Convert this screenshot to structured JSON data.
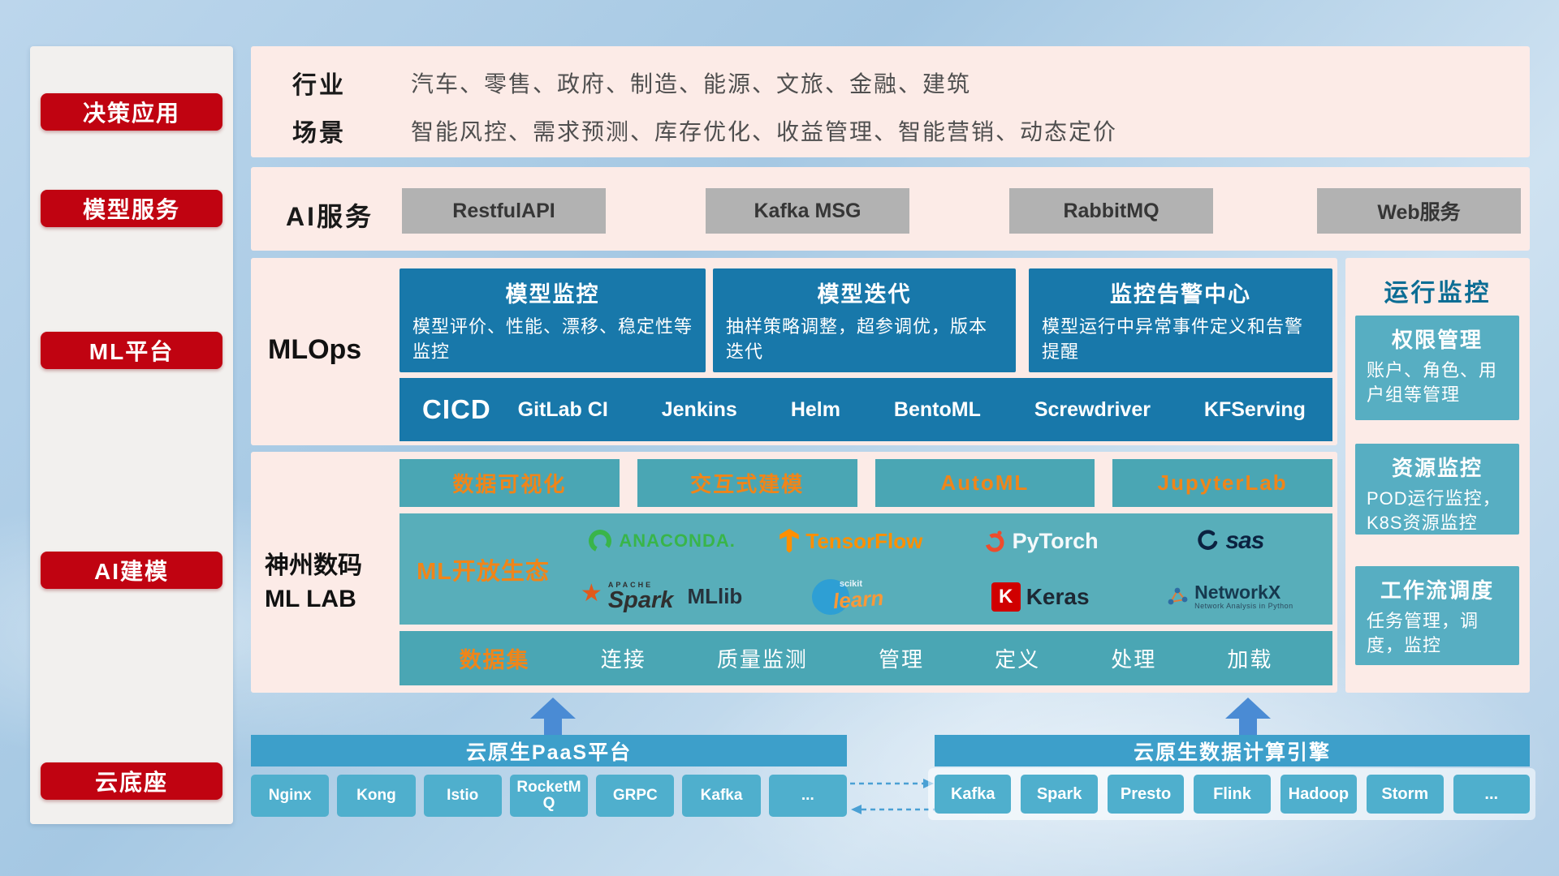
{
  "sidebar": {
    "items": [
      {
        "label": "决策应用"
      },
      {
        "label": "模型服务"
      },
      {
        "label": "ML平台"
      },
      {
        "label": "AI建模"
      },
      {
        "label": "云底座"
      }
    ]
  },
  "industry": {
    "label": "行业",
    "text": "汽车、零售、政府、制造、能源、文旅、金融、建筑"
  },
  "scenario": {
    "label": "场景",
    "text": "智能风控、需求预测、库存优化、收益管理、智能营销、动态定价"
  },
  "ai_service": {
    "label": "AI服务",
    "buttons": [
      "RestfulAPI",
      "Kafka MSG",
      "RabbitMQ",
      "Web服务"
    ]
  },
  "mlops": {
    "label": "MLOps",
    "cards": [
      {
        "title": "模型监控",
        "desc": "模型评价、性能、漂移、稳定性等监控"
      },
      {
        "title": "模型迭代",
        "desc": "抽样策略调整，超参调优，版本迭代"
      },
      {
        "title": "监控告警中心",
        "desc": "模型运行中异常事件定义和告警提醒"
      }
    ],
    "cicd_label": "CICD",
    "cicd_items": [
      "GitLab CI",
      "Jenkins",
      "Helm",
      "BentoML",
      "Screwdriver",
      "KFServing"
    ]
  },
  "mllab": {
    "label_line1": "神州数码",
    "label_line2": "ML LAB",
    "tools": [
      "数据可视化",
      "交互式建模",
      "AutoML",
      "JupyterLab"
    ],
    "eco_label": "ML开放生态",
    "logos": {
      "anaconda": "ANACONDA.",
      "tensorflow": "TensorFlow",
      "pytorch": "PyTorch",
      "sas": "sas",
      "spark_small": "APACHE",
      "spark": "Spark",
      "mllib": "MLlib",
      "scikit_small": "scikit",
      "scikit": "learn",
      "keras_badge": "K",
      "keras": "Keras",
      "networkx": "NetworkX",
      "networkx_sub": "Network Analysis in Python"
    },
    "dataset_label": "数据集",
    "dataset_items": [
      "连接",
      "质量监测",
      "管理",
      "定义",
      "处理",
      "加载"
    ]
  },
  "monitoring": {
    "title": "运行监控",
    "cards": [
      {
        "title": "权限管理",
        "desc": "账户、角色、用户组等管理"
      },
      {
        "title": "资源监控",
        "desc": "POD运行监控，K8S资源监控"
      },
      {
        "title": "工作流调度",
        "desc": "任务管理，调度，监控"
      }
    ]
  },
  "cloud": {
    "paas_title": "云原生PaaS平台",
    "paas_items": [
      "Nginx",
      "Kong",
      "Istio",
      "RocketMQ",
      "GRPC",
      "Kafka",
      "..."
    ],
    "engine_title": "云原生数据计算引擎",
    "engine_items": [
      "Kafka",
      "Spark",
      "Presto",
      "Flink",
      "Hadoop",
      "Storm",
      "..."
    ]
  },
  "colors": {
    "red": "#c00311",
    "panel_pink": "#fcebe7",
    "deep_blue": "#1878aa",
    "teal": "#4aa6b4",
    "teal_light": "#58aeba",
    "orange": "#f08519",
    "gray_button": "#b2b2b2",
    "bar_blue": "#3d9fca",
    "chip_blue": "#4fafcd",
    "monitor_card": "#57aec2",
    "arrow_blue": "#4a8bd4"
  }
}
